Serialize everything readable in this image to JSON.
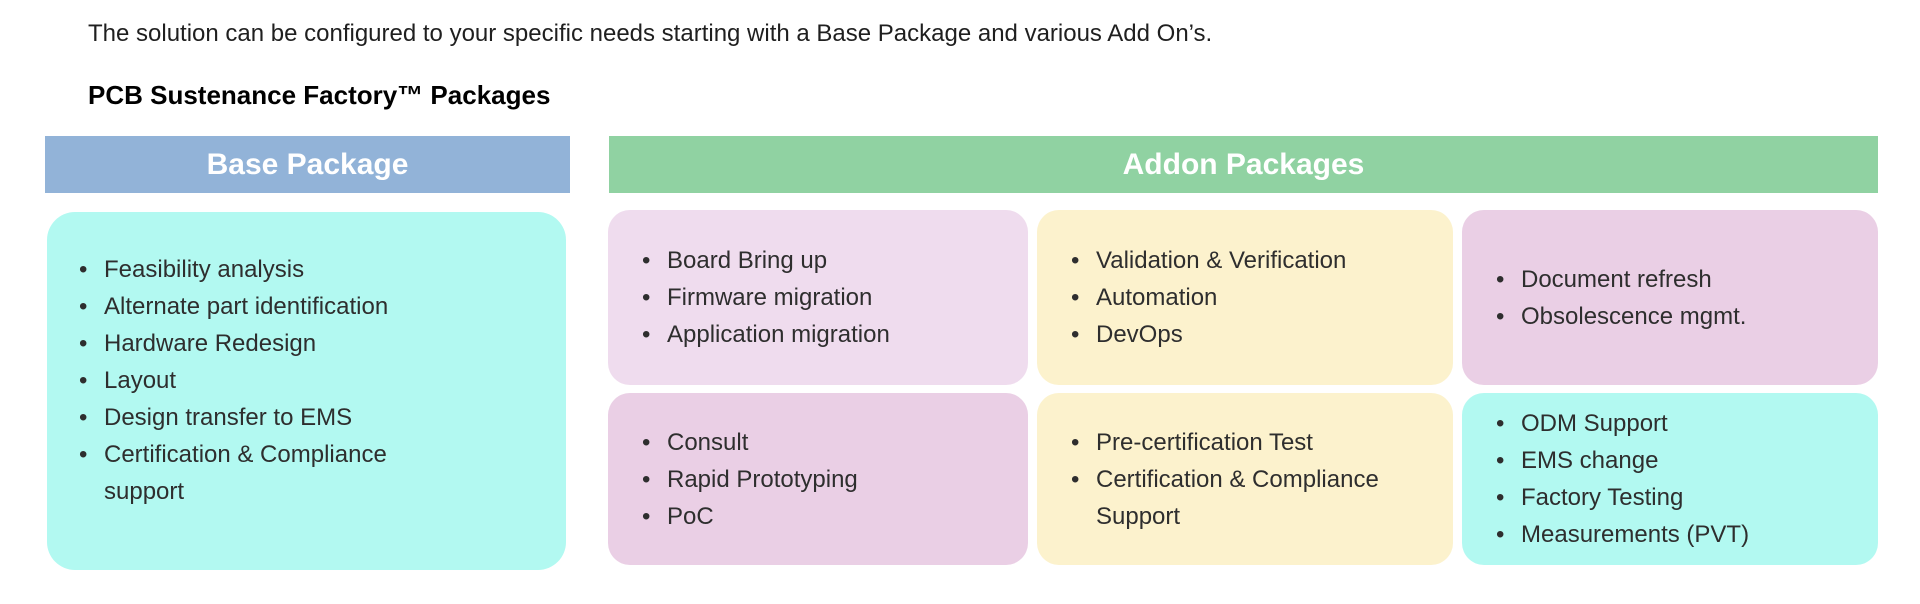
{
  "intro": "The solution can be configured to your specific needs starting with a Base Package and various Add On’s.",
  "heading": "PCB Sustenance Factory™ Packages",
  "base_package": {
    "header": "Base Package",
    "items": [
      "Feasibility analysis",
      "Alternate part identification",
      "Hardware Redesign",
      "Layout",
      "Design transfer to EMS",
      "Certification & Compliance\nsupport"
    ]
  },
  "addon_packages": {
    "header": "Addon Packages",
    "boxes": [
      {
        "name": "board-bring-up",
        "items": [
          "Board Bring up",
          "Firmware migration",
          "Application migration"
        ]
      },
      {
        "name": "validation",
        "items": [
          "Validation & Verification",
          "Automation",
          "DevOps"
        ]
      },
      {
        "name": "lifecycle",
        "items": [
          "Document refresh",
          "Obsolescence mgmt."
        ]
      },
      {
        "name": "consulting",
        "items": [
          "Consult",
          "Rapid Prototyping",
          "PoC"
        ]
      },
      {
        "name": "certification",
        "items": [
          "Pre-certification Test",
          "Certification & Compliance\nSupport"
        ]
      },
      {
        "name": "manufacturing",
        "items": [
          "ODM Support",
          "EMS change",
          "Factory Testing",
          "Measurements (PVT)"
        ]
      }
    ]
  },
  "colors": {
    "base_header_blue": "#92B3D8",
    "addon_header_green": "#90D2A2",
    "cyan_box": "#B2F9F1",
    "pink_light_box": "#EFDCEE",
    "pink_dark_box": "#EACFE5",
    "yellow_box": "#FCF2CD",
    "item_text": "#2E2E2E"
  }
}
